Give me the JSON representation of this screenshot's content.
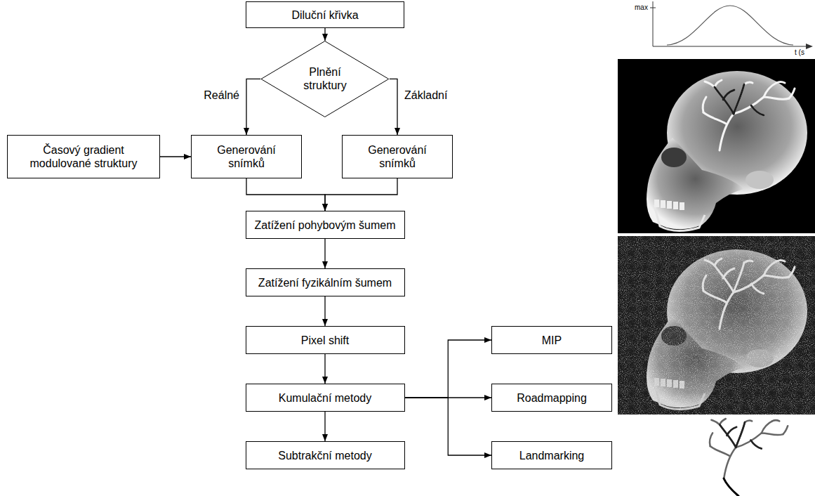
{
  "diagram": {
    "nodes": [
      {
        "text": [
          "Diluční křivka"
        ]
      },
      {
        "text": [
          "Plnění struktury"
        ]
      },
      {
        "text": [
          "Časový gradient modulované struktury"
        ]
      },
      {
        "text": [
          "Generování snímků"
        ]
      },
      {
        "text": [
          "Generování snímků"
        ]
      },
      {
        "text": [
          "Zatížení pohybovým šumem"
        ]
      },
      {
        "text": [
          "Zatížení fyzikálním šumem"
        ]
      },
      {
        "text": [
          "Pixel shift"
        ]
      },
      {
        "text": [
          "MIP"
        ]
      },
      {
        "text": [
          "Kumulační metody"
        ]
      },
      {
        "text": [
          "Roadmapping"
        ]
      },
      {
        "text": [
          "Subtrakční metody"
        ]
      },
      {
        "text": [
          "Landmarking"
        ]
      }
    ],
    "edges": [
      {
        "from": 0,
        "to": 1,
        "arrow": "to"
      },
      {
        "from": 1,
        "to": 3,
        "label": "Reálné",
        "arrow": "to"
      },
      {
        "from": 1,
        "to": 4,
        "label": "Základní",
        "arrow": "to"
      },
      {
        "from": 2,
        "to": 3,
        "arrow": "to"
      },
      {
        "from": 3,
        "to": 5,
        "arrow": "to"
      },
      {
        "from": 4,
        "to": 5,
        "arrow": "to"
      },
      {
        "from": 5,
        "to": 6,
        "arrow": "to"
      },
      {
        "from": 6,
        "to": 7,
        "arrow": "to"
      },
      {
        "from": 7,
        "to": 9,
        "arrow": "to"
      },
      {
        "from": 9,
        "to": 11,
        "arrow": "to"
      },
      {
        "from": 9,
        "to": 8,
        "arrow": "to"
      },
      {
        "from": 9,
        "to": 10,
        "arrow": "to"
      },
      {
        "from": 9,
        "to": 12,
        "arrow": "to"
      }
    ],
    "labels": [
      "max",
      "t (s"
    ]
  }
}
